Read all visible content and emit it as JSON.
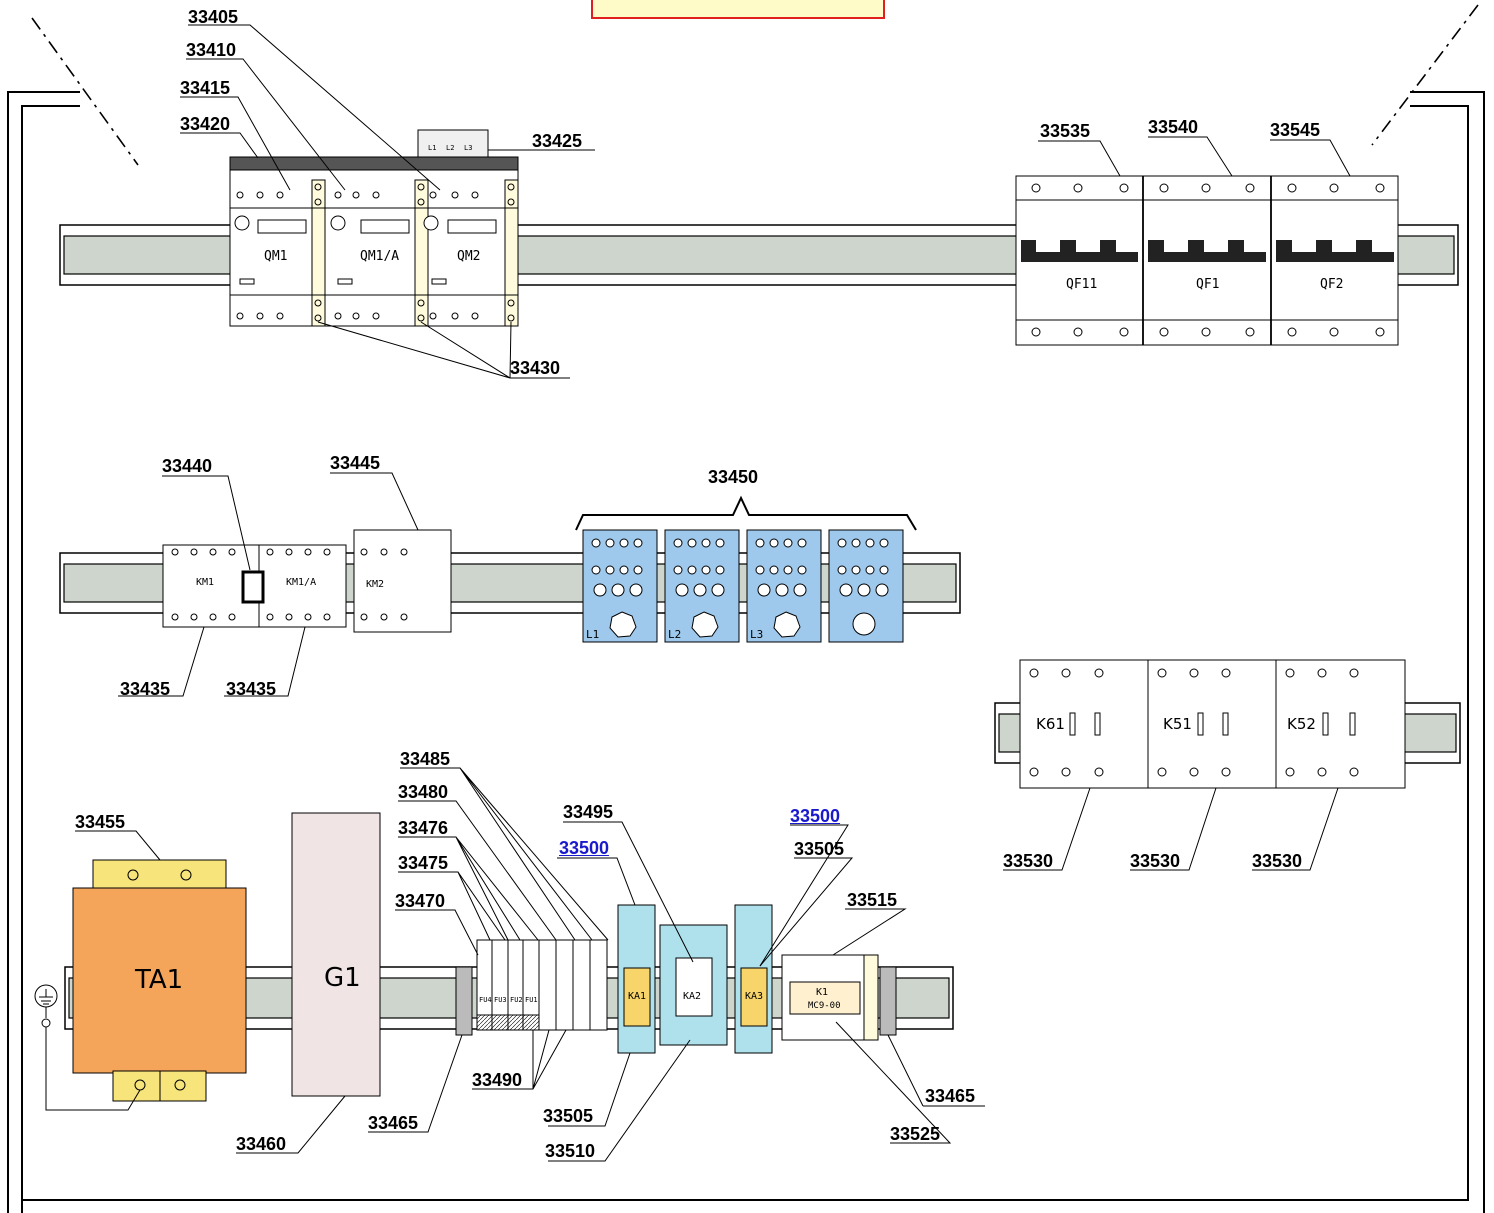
{
  "header": {
    "title_box": ""
  },
  "callouts": {
    "c33405": "33405",
    "c33410": "33410",
    "c33415": "33415",
    "c33420": "33420",
    "c33425": "33425",
    "c33430": "33430",
    "c33535": "33535",
    "c33540": "33540",
    "c33545": "33545",
    "c33440": "33440",
    "c33445": "33445",
    "c33450": "33450",
    "c33435a": "33435",
    "c33435b": "33435",
    "c33485": "33485",
    "c33480": "33480",
    "c33476": "33476",
    "c33475": "33475",
    "c33470": "33470",
    "c33495": "33495",
    "c33500a": "33500",
    "c33500b": "33500",
    "c33505a": "33505",
    "c33505b": "33505",
    "c33515": "33515",
    "c33455": "33455",
    "c33460": "33460",
    "c33465a": "33465",
    "c33465b": "33465",
    "c33490": "33490",
    "c33510": "33510",
    "c33525": "33525",
    "c33530a": "33530",
    "c33530b": "33530",
    "c33530c": "33530"
  },
  "devices": {
    "qm1": "QM1",
    "qm1a": "QM1/A",
    "qm2": "QM2",
    "qf11": "QF11",
    "qf1": "QF1",
    "qf2": "QF2",
    "km1": "KM1",
    "km1a": "KM1/A",
    "km2": "KM2",
    "k61": "K61",
    "k51": "K51",
    "k52": "K52",
    "ta1": "TA1",
    "g1": "G1",
    "ka1": "KA1",
    "ka2": "KA2",
    "ka3": "KA3",
    "k1": "K1",
    "k1_model": "MC9-00",
    "fu4": "FU4",
    "fu3": "FU3",
    "fu2": "FU2",
    "fu1": "FU1",
    "l1": "L1",
    "l2": "L2",
    "l3": "L3",
    "phase_l1": "L1",
    "phase_l2": "L2",
    "phase_l3": "L3"
  },
  "colors": {
    "rail": "#cdd5cd",
    "transformer": "#f5a55a",
    "transformer_mount": "#f7e47a",
    "power_supply": "#f0e4e4",
    "terminal_block": "#9ec9ec",
    "relay_base": "#aee1ec",
    "relay_coil": "#f7d56a",
    "switch_panel": "#fffbdc",
    "title_border": "#e21f1f",
    "title_fill": "#fffbc8",
    "link": "#1a1acc"
  }
}
